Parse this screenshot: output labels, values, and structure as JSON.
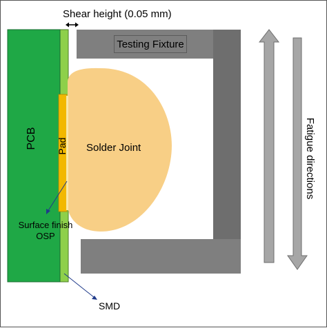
{
  "labels": {
    "shear_height": "Shear height (0.05 mm)",
    "testing_fixture": "Testing Fixture",
    "pcb": "PCB",
    "pad": "Pad",
    "solder_joint": "Solder Joint",
    "surface_finish_line1": "Surface finish",
    "surface_finish_line2": "OSP",
    "smd": "SMD",
    "fatigue_directions": "Fatigue directions"
  },
  "colors": {
    "pcb": "#1fa846",
    "solder_mask": "#8ed04a",
    "pad": "#f2b800",
    "solder_joint": "#f8cf86",
    "fixture": "#7f7f7f",
    "fixture_dark": "#6b6b6b",
    "arrow_light": "#a6a6a6",
    "arrow_dark": "#6e6e6e",
    "leader_line": "#1f3a8a"
  },
  "icons": {
    "shear_arrow": "double-headed-arrow-icon",
    "fatigue_up_arrow": "arrow-up-icon",
    "fatigue_down_arrow": "arrow-down-icon"
  }
}
